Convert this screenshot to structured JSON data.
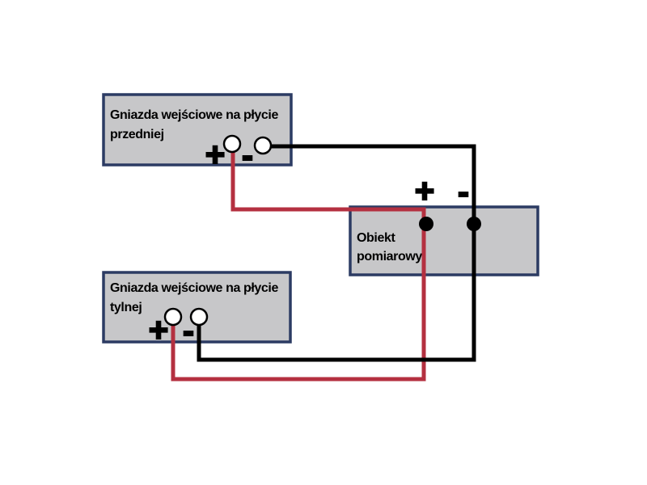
{
  "diagram": {
    "background_color": "#ffffff",
    "colors": {
      "box_fill": "#c7c7c9",
      "box_border": "#2c3b63",
      "wire_positive_red": "#b43040",
      "wire_negative_black": "#000000",
      "socket_fill": "#ffffff",
      "socket_stroke": "#000000",
      "terminal_dot": "#000000",
      "label_text": "#000000"
    },
    "front_panel": {
      "label_line1": "Gniazda wejściowe na płycie",
      "label_line2": "przedniej",
      "plus_label": "+",
      "minus_label": "-"
    },
    "rear_panel": {
      "label_line1": "Gniazda wejściowe na płycie",
      "label_line2": "tylnej",
      "plus_label": "+",
      "minus_label": "-"
    },
    "measurement_object": {
      "label_line1": "Obiekt",
      "label_line2": "pomiarowy",
      "plus_label": "+",
      "minus_label": "-"
    }
  }
}
